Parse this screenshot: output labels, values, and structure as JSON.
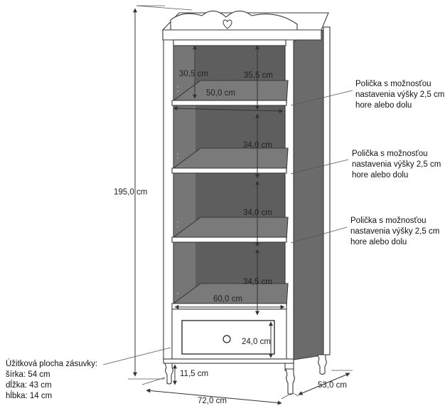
{
  "dimensions": {
    "height_total": "195,0 cm",
    "top_gap": "30,5 cm",
    "shelf1_gap": "35,5 cm",
    "inner_depth": "50,0 cm",
    "shelf2_gap": "34,0 cm",
    "shelf3_gap": "34,0 cm",
    "shelf4_gap": "34,5 cm",
    "inner_width": "60,0 cm",
    "drawer_height": "24,0 cm",
    "leg_height": "11,5 cm",
    "width_total": "72,0 cm",
    "depth_total": "53,0 cm"
  },
  "shelf_notes": [
    {
      "line1": "Polička s možnosťou",
      "line2": "nastavenia výšky 2,5 cm",
      "line3": "hore alebo dolu"
    },
    {
      "line1": "Polička s možnosťou",
      "line2": "nastavenia výšky 2,5 cm",
      "line3": "hore alebo dolu"
    },
    {
      "line1": "Polička s možnosťou",
      "line2": "nastavenia výšky 2,5 cm",
      "line3": "hore alebo dolu"
    }
  ],
  "drawer_info": {
    "title": "Úžitková plocha zásuvky:",
    "width": "šírka: 54 cm",
    "length": "dĺžka: 43 cm",
    "depth": "hĺbka: 14 cm"
  },
  "colors": {
    "interior": "#6b6b6b",
    "interior_dark": "#575757",
    "shelf_top": "#7a7a7a",
    "frame": "#ffffff",
    "outline": "#333333"
  }
}
